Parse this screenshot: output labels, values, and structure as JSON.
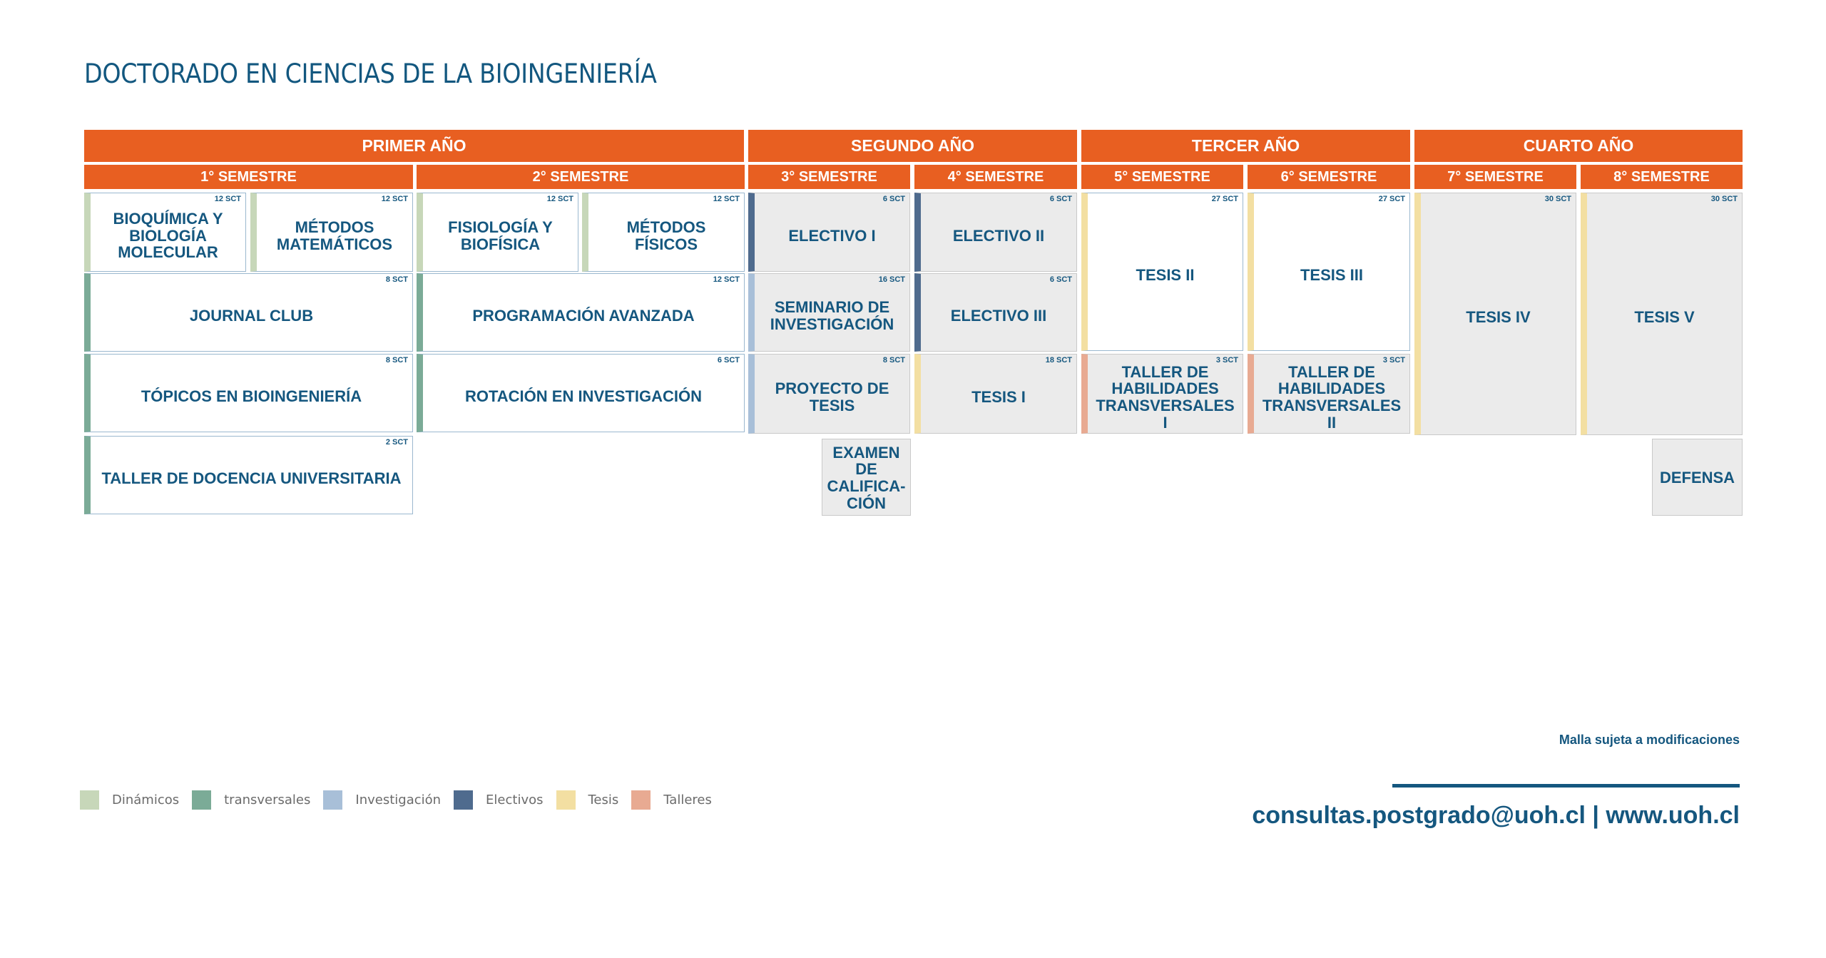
{
  "title": "DOCTORADO EN CIENCIAS DE LA BIOINGENIERÍA",
  "colors": {
    "header": "#e85f21",
    "text": "#15577f",
    "dinamicos": "#c7d7b9",
    "transversales": "#7bab97",
    "investigacion": "#a8bfd8",
    "electivos": "#4f6b8e",
    "tesis": "#f3dfa2",
    "talleres": "#e8aa92"
  },
  "years": [
    "PRIMER AÑO",
    "SEGUNDO AÑO",
    "TERCER AÑO",
    "CUARTO AÑO"
  ],
  "semesters": [
    "1° SEMESTRE",
    "2° SEMESTRE",
    "3° SEMESTRE",
    "4° SEMESTRE",
    "5° SEMESTRE",
    "6° SEMESTRE",
    "7° SEMESTRE",
    "8° SEMESTRE"
  ],
  "courses": [
    {
      "name": "BIOQUÍMICA Y\nBIOLOGÍA\nMOLECULAR",
      "sct": "12 SCT",
      "category": "dinamicos"
    },
    {
      "name": "MÉTODOS\nMATEMÁTICOS",
      "sct": "12 SCT",
      "category": "dinamicos"
    },
    {
      "name": "FISIOLOGÍA Y\nBIOFÍSICA",
      "sct": "12 SCT",
      "category": "dinamicos"
    },
    {
      "name": "MÉTODOS\nFÍSICOS",
      "sct": "12 SCT",
      "category": "dinamicos"
    },
    {
      "name": "ELECTIVO I",
      "sct": "6 SCT",
      "category": "electivos"
    },
    {
      "name": "ELECTIVO II",
      "sct": "6 SCT",
      "category": "electivos"
    },
    {
      "name": "TESIS II",
      "sct": "27 SCT",
      "category": "tesis"
    },
    {
      "name": "TESIS III",
      "sct": "27 SCT",
      "category": "tesis"
    },
    {
      "name": "TESIS IV",
      "sct": "30 SCT",
      "category": "tesis"
    },
    {
      "name": "TESIS V",
      "sct": "30 SCT",
      "category": "tesis"
    },
    {
      "name": "JOURNAL CLUB",
      "sct": "8 SCT",
      "category": "transversales"
    },
    {
      "name": "PROGRAMACIÓN AVANZADA",
      "sct": "12 SCT",
      "category": "transversales"
    },
    {
      "name": "SEMINARIO DE\nINVESTIGACIÓN",
      "sct": "16 SCT",
      "category": "investigacion"
    },
    {
      "name": "ELECTIVO III",
      "sct": "6 SCT",
      "category": "electivos"
    },
    {
      "name": "TÓPICOS EN BIOINGENIERÍA",
      "sct": "8 SCT",
      "category": "transversales"
    },
    {
      "name": "ROTACIÓN EN INVESTIGACIÓN",
      "sct": "6 SCT",
      "category": "transversales"
    },
    {
      "name": "PROYECTO DE\nTESIS",
      "sct": "8 SCT",
      "category": "investigacion"
    },
    {
      "name": "TESIS I",
      "sct": "18 SCT",
      "category": "tesis"
    },
    {
      "name": "TALLER DE\nHABILIDADES\nTRANSVERSALES I",
      "sct": "3 SCT",
      "category": "talleres"
    },
    {
      "name": "TALLER DE\nHABILIDADES\nTRANSVERSALES II",
      "sct": "3 SCT",
      "category": "talleres"
    },
    {
      "name": "TALLER DE DOCENCIA UNIVERSITARIA",
      "sct": "2 SCT",
      "category": "transversales"
    },
    {
      "name": "EXAMEN\nDE\nCALIFICA-\nCIÓN",
      "sct": "",
      "category": "none"
    },
    {
      "name": "DEFENSA",
      "sct": "",
      "category": "none"
    }
  ],
  "legend": [
    {
      "label": "Dinámicos",
      "color": "#c7d7b9"
    },
    {
      "label": "transversales",
      "color": "#7bab97"
    },
    {
      "label": "Investigación",
      "color": "#a8bfd8"
    },
    {
      "label": "Electivos",
      "color": "#4f6b8e"
    },
    {
      "label": "Tesis",
      "color": "#f3dfa2"
    },
    {
      "label": "Talleres",
      "color": "#e8aa92"
    }
  ],
  "note": "Malla sujeta a modificaciones",
  "contact": "consultas.postgrado@uoh.cl | www.uoh.cl"
}
